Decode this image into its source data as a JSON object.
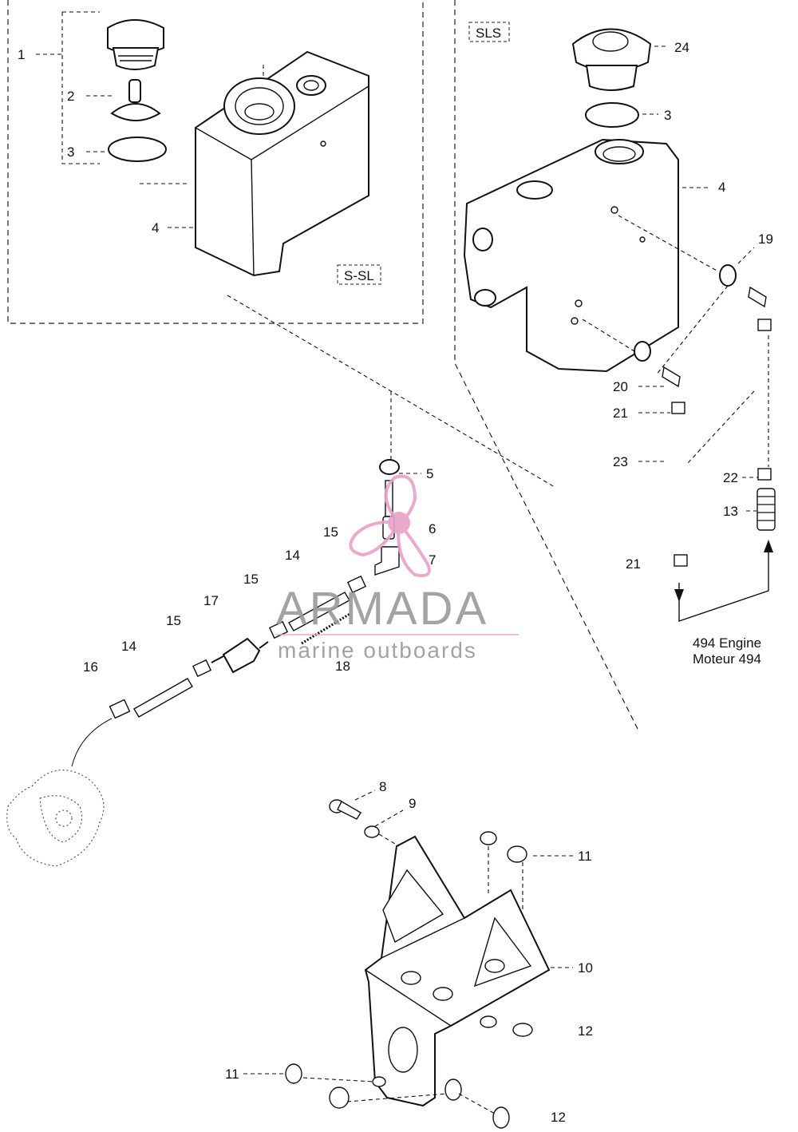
{
  "boxes": {
    "s_sl": "S-SL",
    "sls": "SLS"
  },
  "engine_note": {
    "line1": "494 Engine",
    "line2": "Moteur 494"
  },
  "callouts": {
    "c1": "1",
    "c2": "2",
    "c3a": "3",
    "c4a": "4",
    "c24": "24",
    "c3b": "3",
    "c4b": "4",
    "c19": "19",
    "c20": "20",
    "c21a": "21",
    "c23": "23",
    "c22": "22",
    "c13": "13",
    "c21b": "21",
    "c5": "5",
    "c6": "6",
    "c7": "7",
    "c15a": "15",
    "c14a": "14",
    "c15b": "15",
    "c17": "17",
    "c15c": "15",
    "c14b": "14",
    "c16": "16",
    "c18": "18",
    "c8": "8",
    "c9": "9",
    "c11a": "11",
    "c10": "10",
    "c12a": "12",
    "c11b": "11",
    "c12b": "12"
  },
  "watermark": {
    "brand": "ARMADA",
    "tagline": "marine outboards",
    "logo_icon": "propeller-icon",
    "accent_color": "#e8a0c8",
    "text_color": "#9a9a9a"
  }
}
